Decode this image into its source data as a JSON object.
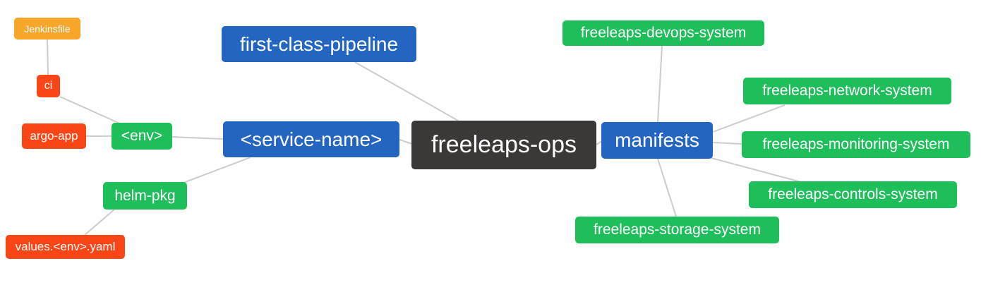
{
  "diagram": {
    "type": "mindmap",
    "background": "#ffffff",
    "edge_color": "#cccccc",
    "palette": {
      "blue": "#2365c1",
      "green": "#1ebe5b",
      "orange": "#f8a62a",
      "red": "#fa4616",
      "dark": "#3b3838"
    },
    "nodes": {
      "freeleaps_ops": {
        "label": "freeleaps-ops",
        "color": "#3b3838",
        "role": "root"
      },
      "first_class_pipeline": {
        "label": "first-class-pipeline",
        "color": "#2365c1"
      },
      "service_name": {
        "label": "<service-name>",
        "color": "#2365c1"
      },
      "manifests": {
        "label": "manifests",
        "color": "#2365c1"
      },
      "env": {
        "label": "<env>",
        "color": "#1ebe5b"
      },
      "helm_pkg": {
        "label": "helm-pkg",
        "color": "#1ebe5b"
      },
      "jenkinsfile": {
        "label": "Jenkinsfile",
        "color": "#f8a62a"
      },
      "ci": {
        "label": "ci",
        "color": "#fa4616"
      },
      "argo_app": {
        "label": "argo-app",
        "color": "#fa4616"
      },
      "values_env_yaml": {
        "label": "values.<env>.yaml",
        "color": "#fa4616"
      },
      "devops_system": {
        "label": "freeleaps-devops-system",
        "color": "#1ebe5b"
      },
      "network_system": {
        "label": "freeleaps-network-system",
        "color": "#1ebe5b"
      },
      "monitoring_system": {
        "label": "freeleaps-monitoring-system",
        "color": "#1ebe5b"
      },
      "controls_system": {
        "label": "freeleaps-controls-system",
        "color": "#1ebe5b"
      },
      "storage_system": {
        "label": "freeleaps-storage-system",
        "color": "#1ebe5b"
      }
    },
    "edges": [
      {
        "from": "jenkinsfile",
        "to": "ci"
      },
      {
        "from": "ci",
        "to": "env"
      },
      {
        "from": "argo_app",
        "to": "env"
      },
      {
        "from": "env",
        "to": "service_name"
      },
      {
        "from": "helm_pkg",
        "to": "service_name"
      },
      {
        "from": "values_env_yaml",
        "to": "helm_pkg"
      },
      {
        "from": "first_class_pipeline",
        "to": "freeleaps_ops"
      },
      {
        "from": "service_name",
        "to": "freeleaps_ops"
      },
      {
        "from": "freeleaps_ops",
        "to": "manifests"
      },
      {
        "from": "manifests",
        "to": "devops_system"
      },
      {
        "from": "manifests",
        "to": "network_system"
      },
      {
        "from": "manifests",
        "to": "monitoring_system"
      },
      {
        "from": "manifests",
        "to": "controls_system"
      },
      {
        "from": "manifests",
        "to": "storage_system"
      }
    ]
  }
}
